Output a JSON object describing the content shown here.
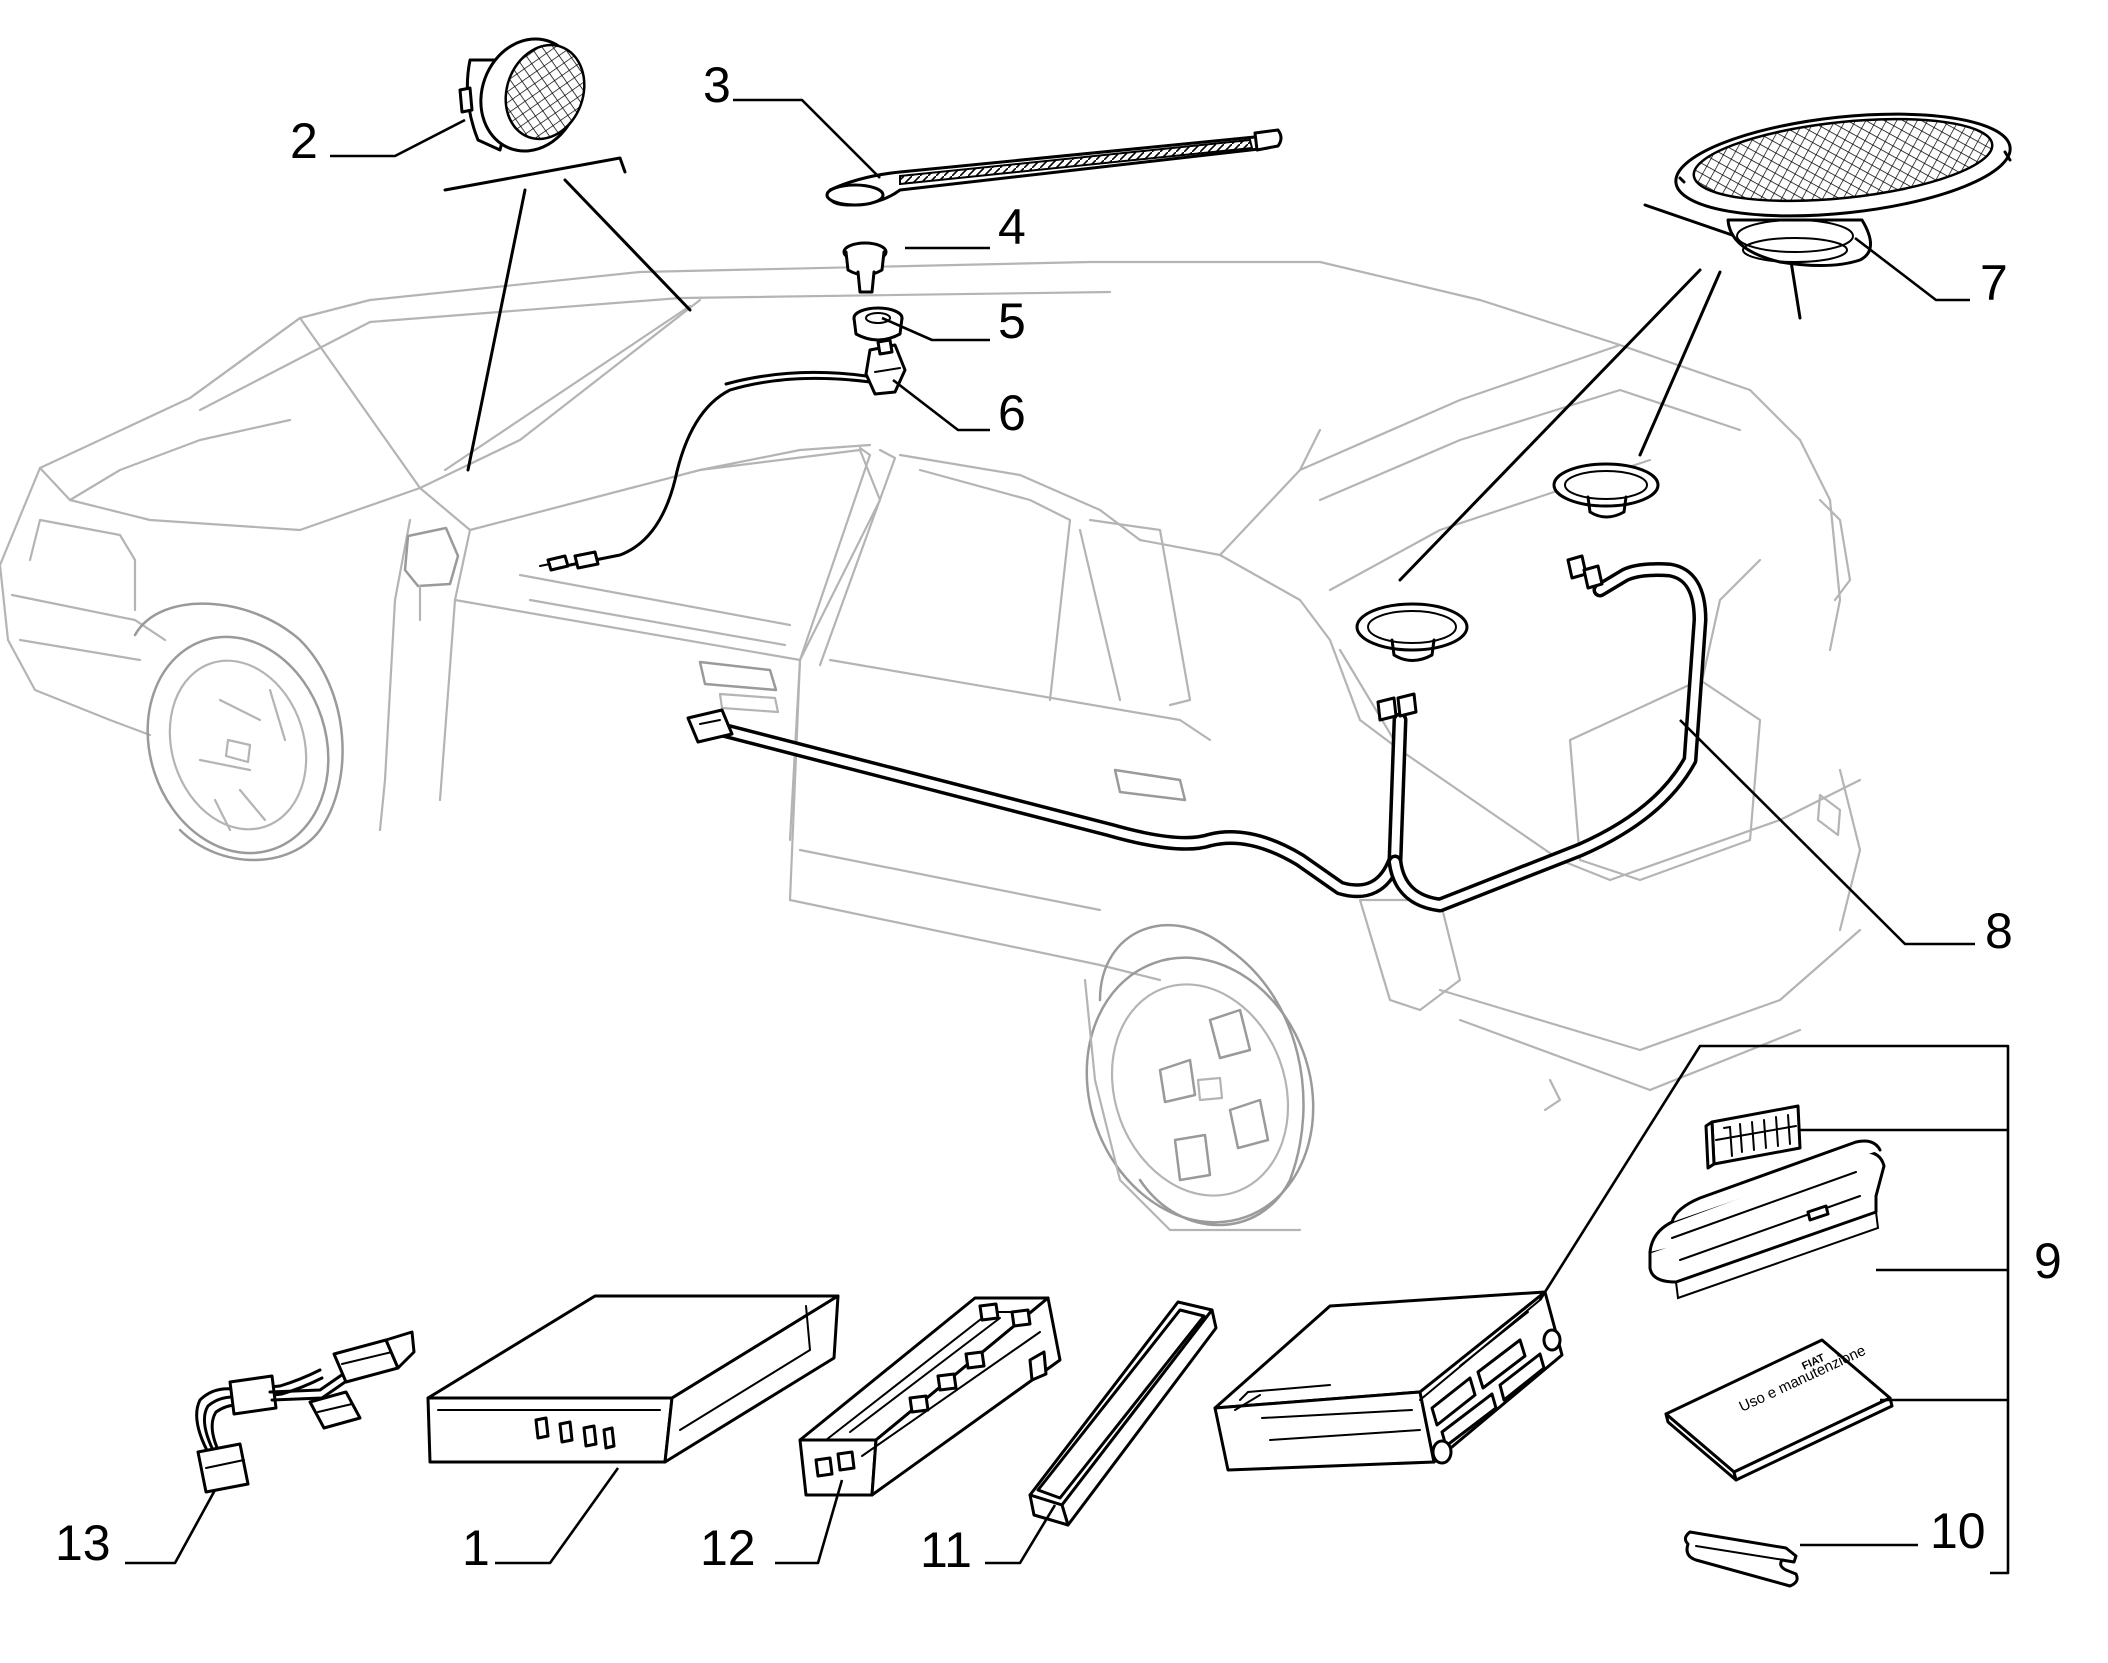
{
  "callouts": [
    {
      "id": "1",
      "text": "1"
    },
    {
      "id": "2",
      "text": "2"
    },
    {
      "id": "3",
      "text": "3"
    },
    {
      "id": "4",
      "text": "4"
    },
    {
      "id": "5",
      "text": "5"
    },
    {
      "id": "6",
      "text": "6"
    },
    {
      "id": "7",
      "text": "7"
    },
    {
      "id": "8",
      "text": "8"
    },
    {
      "id": "9",
      "text": "9"
    },
    {
      "id": "10",
      "text": "10"
    },
    {
      "id": "11",
      "text": "11"
    },
    {
      "id": "12",
      "text": "12"
    },
    {
      "id": "13",
      "text": "13"
    }
  ],
  "manual": {
    "brand": "FIAT",
    "title": "Uso e manutenzione"
  },
  "colors": {
    "ink": "#000000",
    "ghost": "#b4b4b4",
    "paper": "#ffffff"
  }
}
